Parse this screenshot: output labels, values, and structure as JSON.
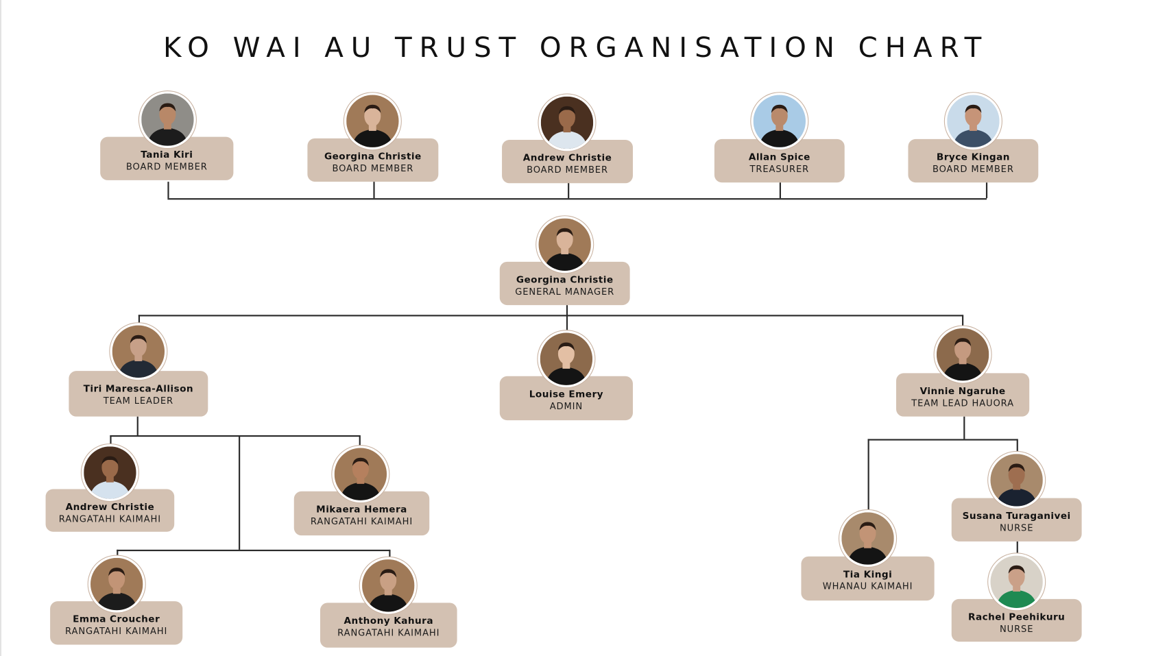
{
  "title": "KO WAI AU TRUST ORGANISATION CHART",
  "colors": {
    "card": "#d3c1b2",
    "line": "#2b2b2b",
    "text": "#111111"
  },
  "board": [
    {
      "name": "Tania Kiri",
      "role": "BOARD MEMBER"
    },
    {
      "name": "Georgina Christie",
      "role": "BOARD MEMBER"
    },
    {
      "name": "Andrew  Christie",
      "role": "BOARD MEMBER"
    },
    {
      "name": "Allan  Spice",
      "role": "TREASURER"
    },
    {
      "name": "Bryce Kingan",
      "role": "BOARD MEMBER"
    }
  ],
  "manager": {
    "name": "Georgina Christie",
    "role": "GENERAL MANAGER"
  },
  "leads": [
    {
      "name": "Tiri Maresca-Allison",
      "role": "TEAM LEADER"
    },
    {
      "name": "Louise Emery",
      "role": "ADMIN"
    },
    {
      "name": "Vinnie Ngaruhe",
      "role": "TEAM LEAD HAUORA"
    }
  ],
  "team_leader_reports": [
    {
      "name": "Andrew Christie",
      "role": "RANGATAHI KAIMAHI"
    },
    {
      "name": "Mikaera Hemera",
      "role": "RANGATAHI KAIMAHI"
    },
    {
      "name": "Emma Croucher",
      "role": "RANGATAHI KAIMAHI"
    },
    {
      "name": "Anthony Kahura",
      "role": "RANGATAHI KAIMAHI"
    }
  ],
  "hauora_reports": [
    {
      "name": "Tia Kingi",
      "role": "WHANAU KAIMAHI"
    },
    {
      "name": "Susana Turaganivei",
      "role": "NURSE"
    },
    {
      "name": "Rachel Peehikuru",
      "role": "NURSE"
    }
  ]
}
